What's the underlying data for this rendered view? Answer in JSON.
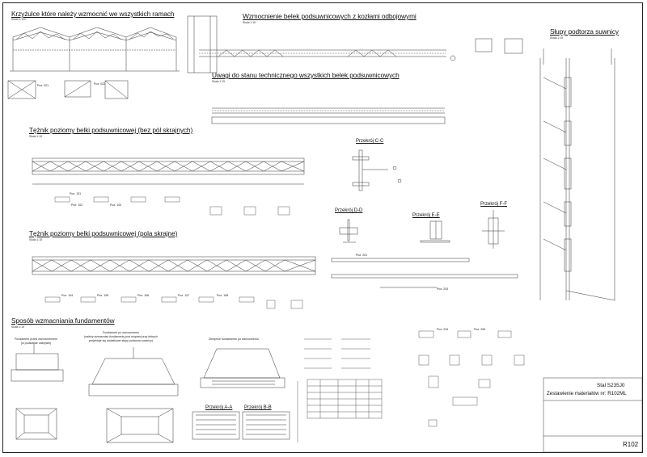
{
  "titles": {
    "crosses": "Krzyżulce które należy wzmocnić we wszystkich ramach",
    "beam_reinf": "Wzmocnienie belek podsuwnicowych z kozłami odbojowymi",
    "remarks": "Uwagi do stanu technicznego wszystkich belek podsuwnicowych",
    "brace_no_extreme": "Tężnik poziomy belki podsuwnicowej (bez pól skrajnych)",
    "brace_extreme": "Tężnik poziomy belki podsuwnicowej (pola skrajne)",
    "columns": "Słupy podtorza suwnicy",
    "foundations": "Sposób wzmacniania fundamentów"
  },
  "scales": {
    "s100": "Skala 1:100",
    "s15_beam": "Skala 1:15",
    "s15_remarks": "Skala 1:15",
    "s15_brace1": "Skala 1:15",
    "s15_brace2": "Skala 1:15",
    "s15_columns": "Skala 1:15",
    "s15_found": "Skala 1:15"
  },
  "sections": {
    "cc": "Przekrój C-C",
    "dd": "Przekrój D-D",
    "ee": "Przekrój E-E",
    "ff": "Przekrój F-F",
    "aa": "Przekrój A-A",
    "bb": "Przekrój B-B"
  },
  "foundations": {
    "before": "Fundament przed wzmocnieniem\n(w podstawie odkrywki)",
    "after": "Fundament po wzmocnieniu\n(należy wzmacniać fundamenty pod słupami przy których\nprojektuje się dodatkowe słupy podtorza suwnicy)",
    "rebar": "Zbrojenie fundamentu po wzmocnieniu"
  },
  "positions": {
    "p021": "Poz. 021",
    "p022": "Poz. 022",
    "p101": "Poz. 101",
    "p102": "Poz. 102",
    "p103": "Poz. 103",
    "p104": "Poz. 104",
    "p105": "Poz. 105",
    "p106": "Poz. 106",
    "p107": "Poz. 107",
    "p108": "Poz. 108",
    "p201": "Poz. 201",
    "p203": "Poz. 203",
    "p204": "Poz. 204",
    "p205": "Poz. 205"
  },
  "title_block": {
    "steel": "Stal S235J0",
    "materials": "Zestawienie materiałów nr: R102ML",
    "code": "R102"
  }
}
